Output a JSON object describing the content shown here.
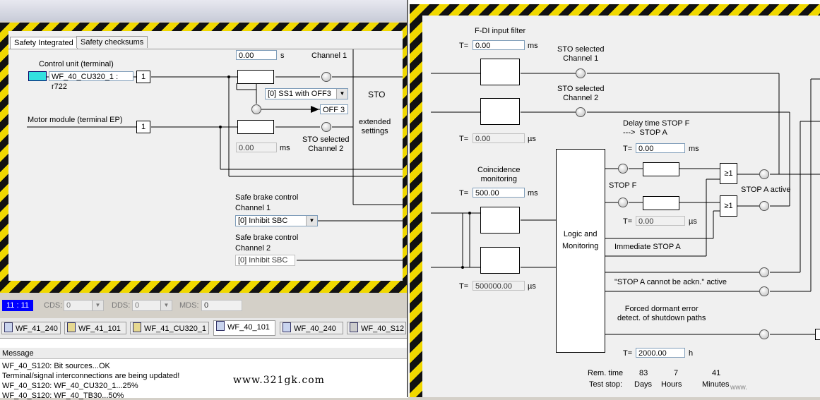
{
  "left": {
    "tabs": [
      "Safety Integrated",
      "Safety checksums"
    ],
    "control_unit_label": "Control unit (terminal)",
    "control_unit_value": "WF_40_CU320_1 : r722",
    "motor_module_label": "Motor module (terminal EP)",
    "box_value": "1",
    "ch1_time": "0.00",
    "ch1_unit": "s",
    "ch1_label": "Channel 1",
    "ch2_time": "0.00",
    "ch2_unit": "ms",
    "sto_selected_ch2": "STO selected\nChannel 2",
    "ss1_select": "[0] SS1 with OFF3",
    "off3_label": "OFF 3",
    "sto_label": "STO",
    "extended_settings": "extended\nsettings",
    "sbc_ch1_label": "Safe brake control\nChannel 1",
    "sbc_ch1_select": "[0] Inhibit SBC",
    "sbc_ch2_label": "Safe brake control\nChannel 2",
    "sbc_ch2_value": "[0] Inhibit SBC"
  },
  "status_bar": {
    "time": "11 : 11",
    "cds_label": "CDS:",
    "cds_value": "0",
    "dds_label": "DDS:",
    "dds_value": "0",
    "mds_label": "MDS:",
    "mds_value": "0"
  },
  "bottom_tabs": [
    "WF_41_240",
    "WF_41_101",
    "WF_41_CU320_1",
    "WF_40_101",
    "WF_40_240",
    "WF_40_S12"
  ],
  "message": {
    "header": "Message",
    "lines": [
      "WF_40_S120: Bit sources...OK",
      "Terminal/signal interconnections are being updated!",
      "WF_40_S120: WF_40_CU320_1...25%",
      "WF_40_S120: WF_40_TB30...50%"
    ]
  },
  "watermark": "www.321gk.com",
  "right": {
    "fdi_filter_label": "F-DI input filter",
    "t_label": "T=",
    "fdi_value": "0.00",
    "fdi_unit": "ms",
    "sto_sel_ch1": "STO selected\nChannel 1",
    "sto_sel_ch2": "STO selected\nChannel 2",
    "t2_value": "0.00",
    "t2_unit": "µs",
    "delay_label": "Delay time STOP F\n--->  STOP A",
    "delay_value": "0.00",
    "delay_unit": "ms",
    "coincidence_label": "Coincidence\nmonitoring",
    "coincidence_value": "500.00",
    "coincidence_unit": "ms",
    "stop_f": "STOP F",
    "stop_f_time": "0.00",
    "stop_f_unit": "µs",
    "or_label": "≥1",
    "stop_a_active": "STOP A active",
    "logic_label": "Logic and\nMonitoring",
    "immediate_stop": "Immediate STOP A",
    "t3_value": "500000.00",
    "t3_unit": "µs",
    "stop_a_ack": "\"STOP A cannot be ackn.\" active",
    "forced_label": "Forced dormant error\ndetect. of shutdown paths",
    "forced_value": "2000.00",
    "forced_unit": "h",
    "rem_time": "Rem. time",
    "test_stop": "Test stop:",
    "days_val": "83",
    "days": "Days",
    "hours_val": "7",
    "hours": "Hours",
    "minutes_val": "41",
    "minutes": "Minutes",
    "www_label": "www."
  }
}
